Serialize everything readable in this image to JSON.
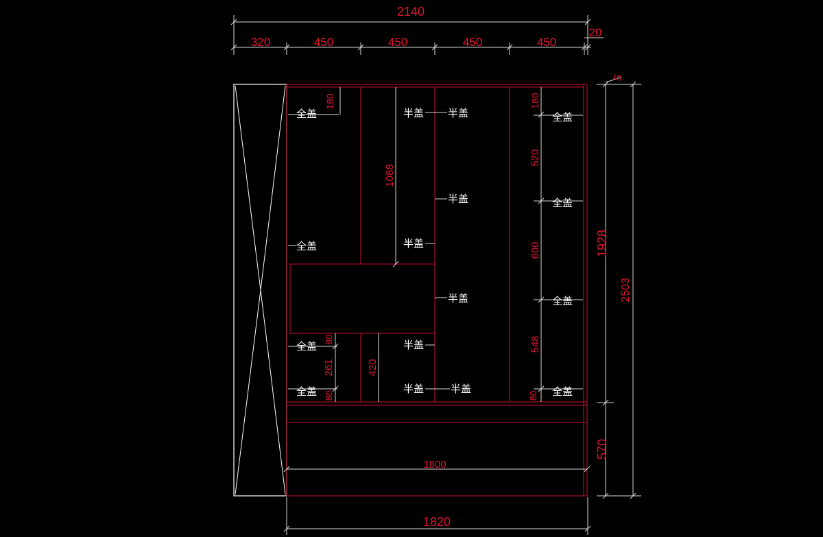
{
  "dimensions": {
    "top_total": "2140",
    "top_gap": "20",
    "top_segments": [
      "320",
      "450",
      "450",
      "450",
      "450"
    ],
    "right_gap": "5",
    "height_upper": "1928",
    "height_total": "2503",
    "height_lower": "570",
    "bottom_total": "1820",
    "base_inner": "1800",
    "left_top_180": "180",
    "mid_1088": "1088",
    "left_80_a": "80",
    "left_261": "261",
    "left_80_b": "80",
    "mid_420": "420",
    "right_180": "180",
    "right_520": "520",
    "right_600": "600",
    "right_548": "548",
    "right_80": "80"
  },
  "labels": {
    "full_cover": "全盖",
    "half_cover": "半盖"
  },
  "colors": {
    "background": "#000000",
    "cabinet_line": "#c8102e",
    "dimension_text": "#e0152f",
    "annotation": "#ffffff"
  }
}
